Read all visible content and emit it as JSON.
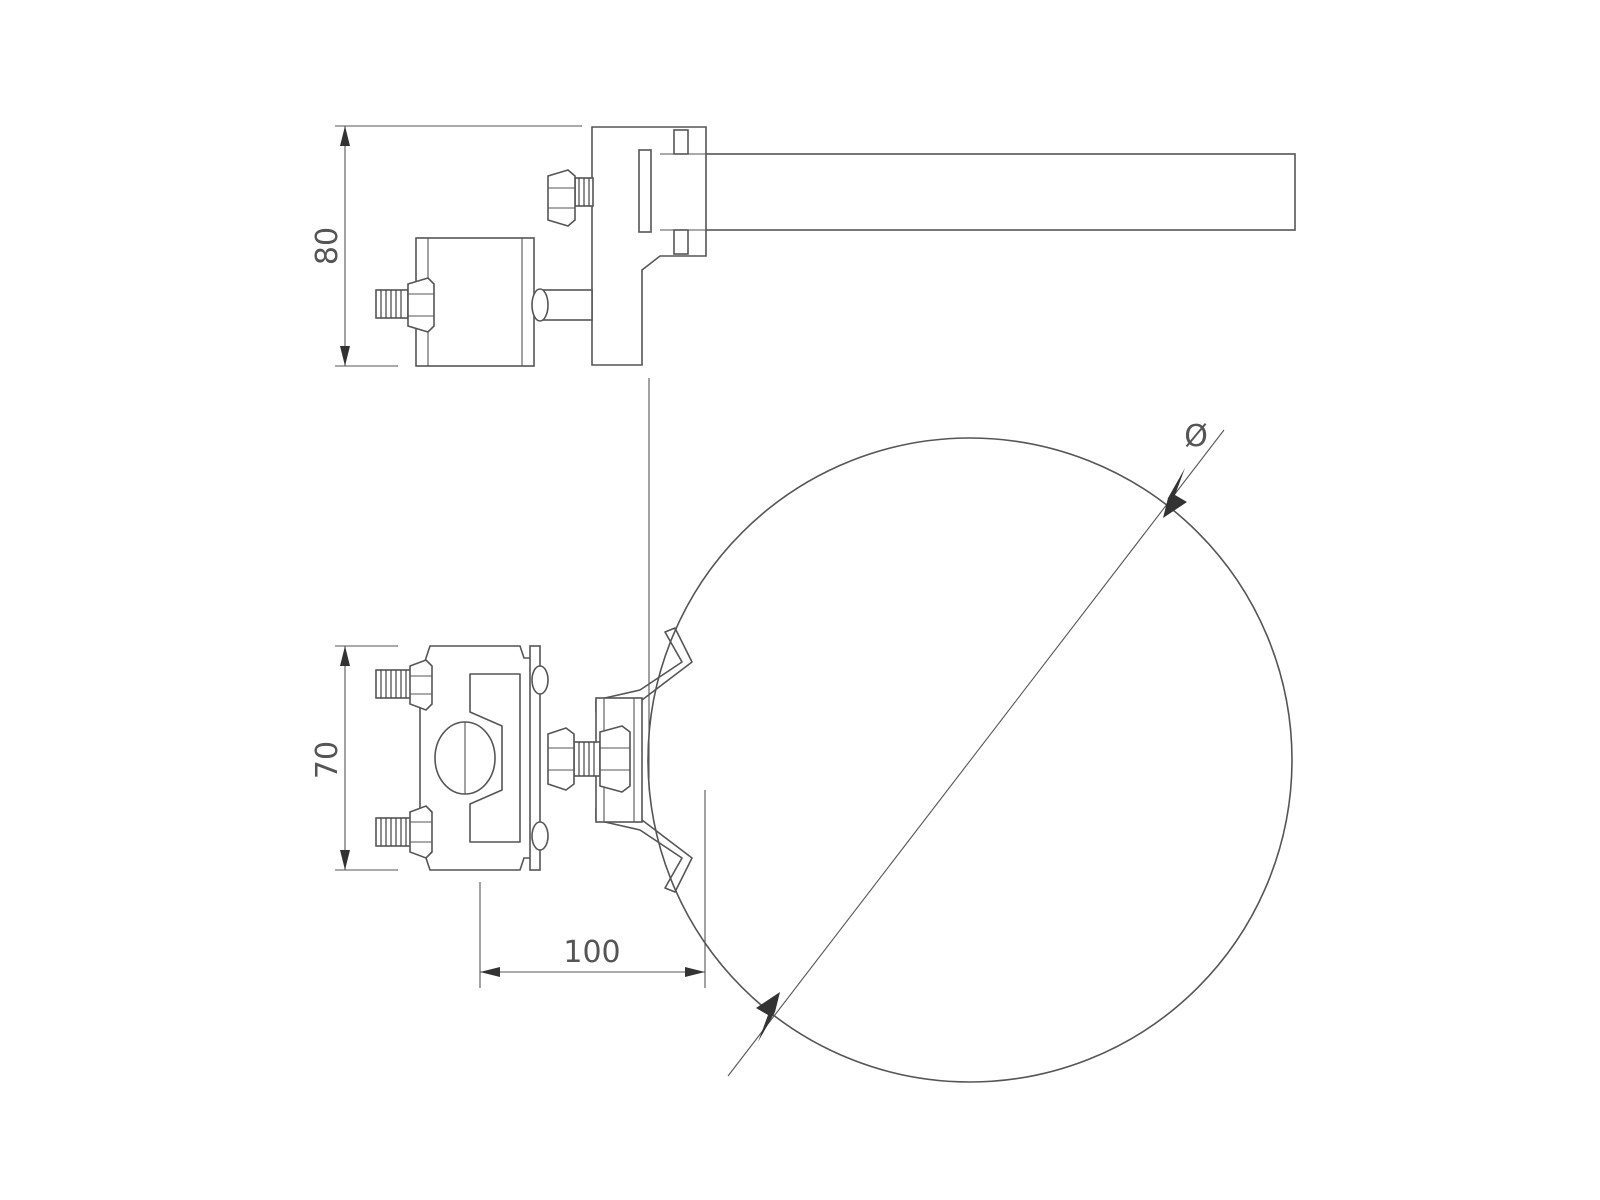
{
  "diagram": {
    "dimensions": {
      "height_top": "80",
      "height_bottom": "70",
      "offset": "100",
      "diameter_symbol": "Ø"
    },
    "colors": {
      "line": "#555555",
      "arrow": "#333333",
      "background": "#ffffff"
    }
  }
}
